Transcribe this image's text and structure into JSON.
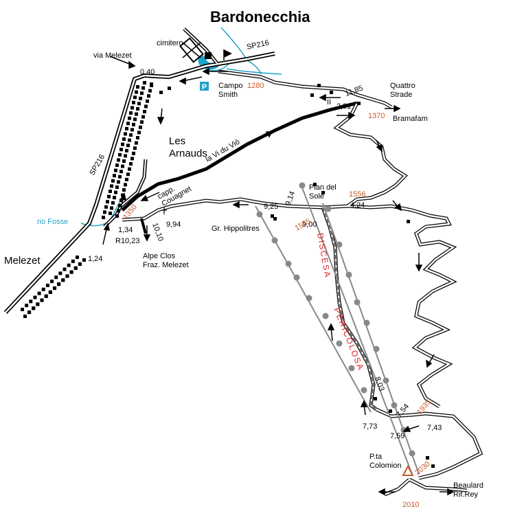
{
  "colors": {
    "altitude": "#c8582a",
    "water": "#1fa3c8",
    "warning": "#e02020",
    "lift": "#888888",
    "road": "#000000"
  },
  "icons": [
    "parking-icon",
    "flag-icon",
    "cemetery-icon",
    "summit-triangle-icon",
    "chapel-cross-icon"
  ],
  "labels": {
    "town_title": "Bardonecchia",
    "cimitero": "cimitero",
    "sp216_top": "SP216",
    "via_melezet": "via Melezet",
    "campo_smith": "Campo\nSmith",
    "quattro_strade": "Quattro\nStrade",
    "bramafam": "Bramafam",
    "les_arnauds": "Les\nArnauds",
    "sp216_left": "SP216",
    "la_vi_du_vio": "la Vi du Viò",
    "rio_fosse": "rio Fosse",
    "melezet": "Melezet",
    "capp_couagnet": "capp.\nCouagnet",
    "alpe_clos": "Alpe Clos\nFraz. Melezet",
    "gr_hippolitres": "Gr. Hippolitres",
    "pian_del_sole": "Pian del\nSole",
    "p_ta_colomion": "P.ta\nColomion",
    "beaulard": "Beaulard\nRif.Rey",
    "discesa": "DISCESA",
    "pericolosa": "PERICOLOSA"
  },
  "distances": {
    "d040": "0,40",
    "d1185": "11,85",
    "d291": "2,91",
    "d134": "1,34",
    "r1023": "R10,23",
    "d1010": "10,10",
    "d124": "1,24",
    "d994": "9,94",
    "d925": "9,25",
    "d914": "9,14",
    "d900": "9,00",
    "d424": "4,24",
    "d803": "8,03",
    "d773": "7,73",
    "d754": "7,54",
    "d743": "7,43",
    "d759": "7,59"
  },
  "altitudes": {
    "a1280": "1280",
    "a1370": "1370",
    "a1350": "1350",
    "a1555": "1555",
    "a1556": "1556",
    "a1935": "1935",
    "a2030": "2030",
    "a2010": "2010"
  },
  "marks": {
    "parking": "P",
    "lane_II": "II"
  }
}
